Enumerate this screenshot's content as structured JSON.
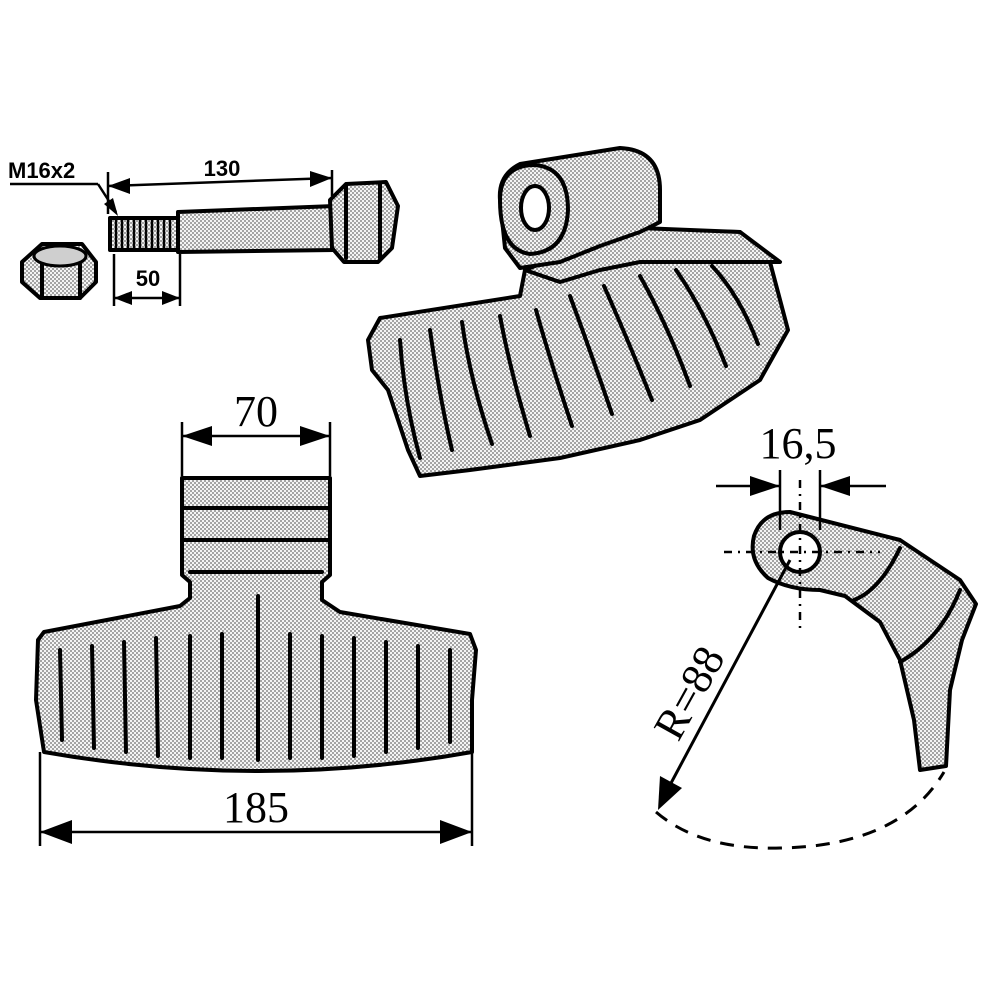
{
  "bolt": {
    "thread_label": "M16x2",
    "length_label": "130",
    "thread_length_label": "50"
  },
  "flail_front": {
    "neck_width_label": "70",
    "blade_width_label": "185"
  },
  "flail_side": {
    "hole_label": "16,5",
    "radius_label": "R=88"
  }
}
